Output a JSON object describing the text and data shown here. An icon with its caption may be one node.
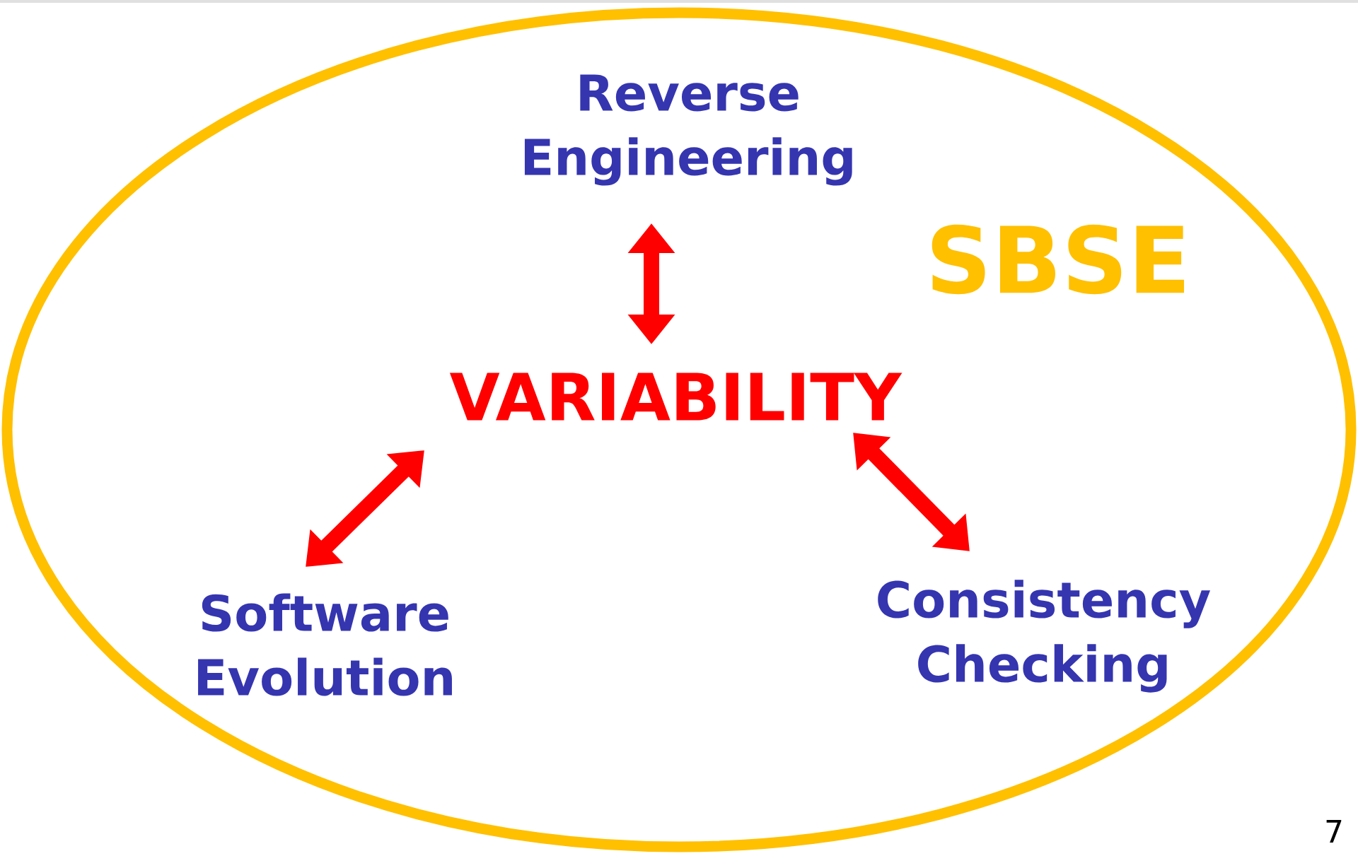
{
  "diagram": {
    "nodes": [
      {
        "text": [
          "SBSE"
        ]
      },
      {
        "text": [
          "Reverse Engineering"
        ],
        "in": 0
      },
      {
        "text": [
          "VARIABILITY"
        ],
        "in": 0
      },
      {
        "text": [
          "Software Evolution"
        ],
        "in": 0
      },
      {
        "text": [
          "Consistency Checking"
        ],
        "in": 0
      }
    ],
    "edges": [
      {
        "from": 2,
        "to": 1,
        "arrow": "both"
      },
      {
        "from": 2,
        "to": 3,
        "arrow": "both"
      },
      {
        "from": 2,
        "to": 4,
        "arrow": "both"
      }
    ],
    "labels": [
      "7"
    ]
  }
}
